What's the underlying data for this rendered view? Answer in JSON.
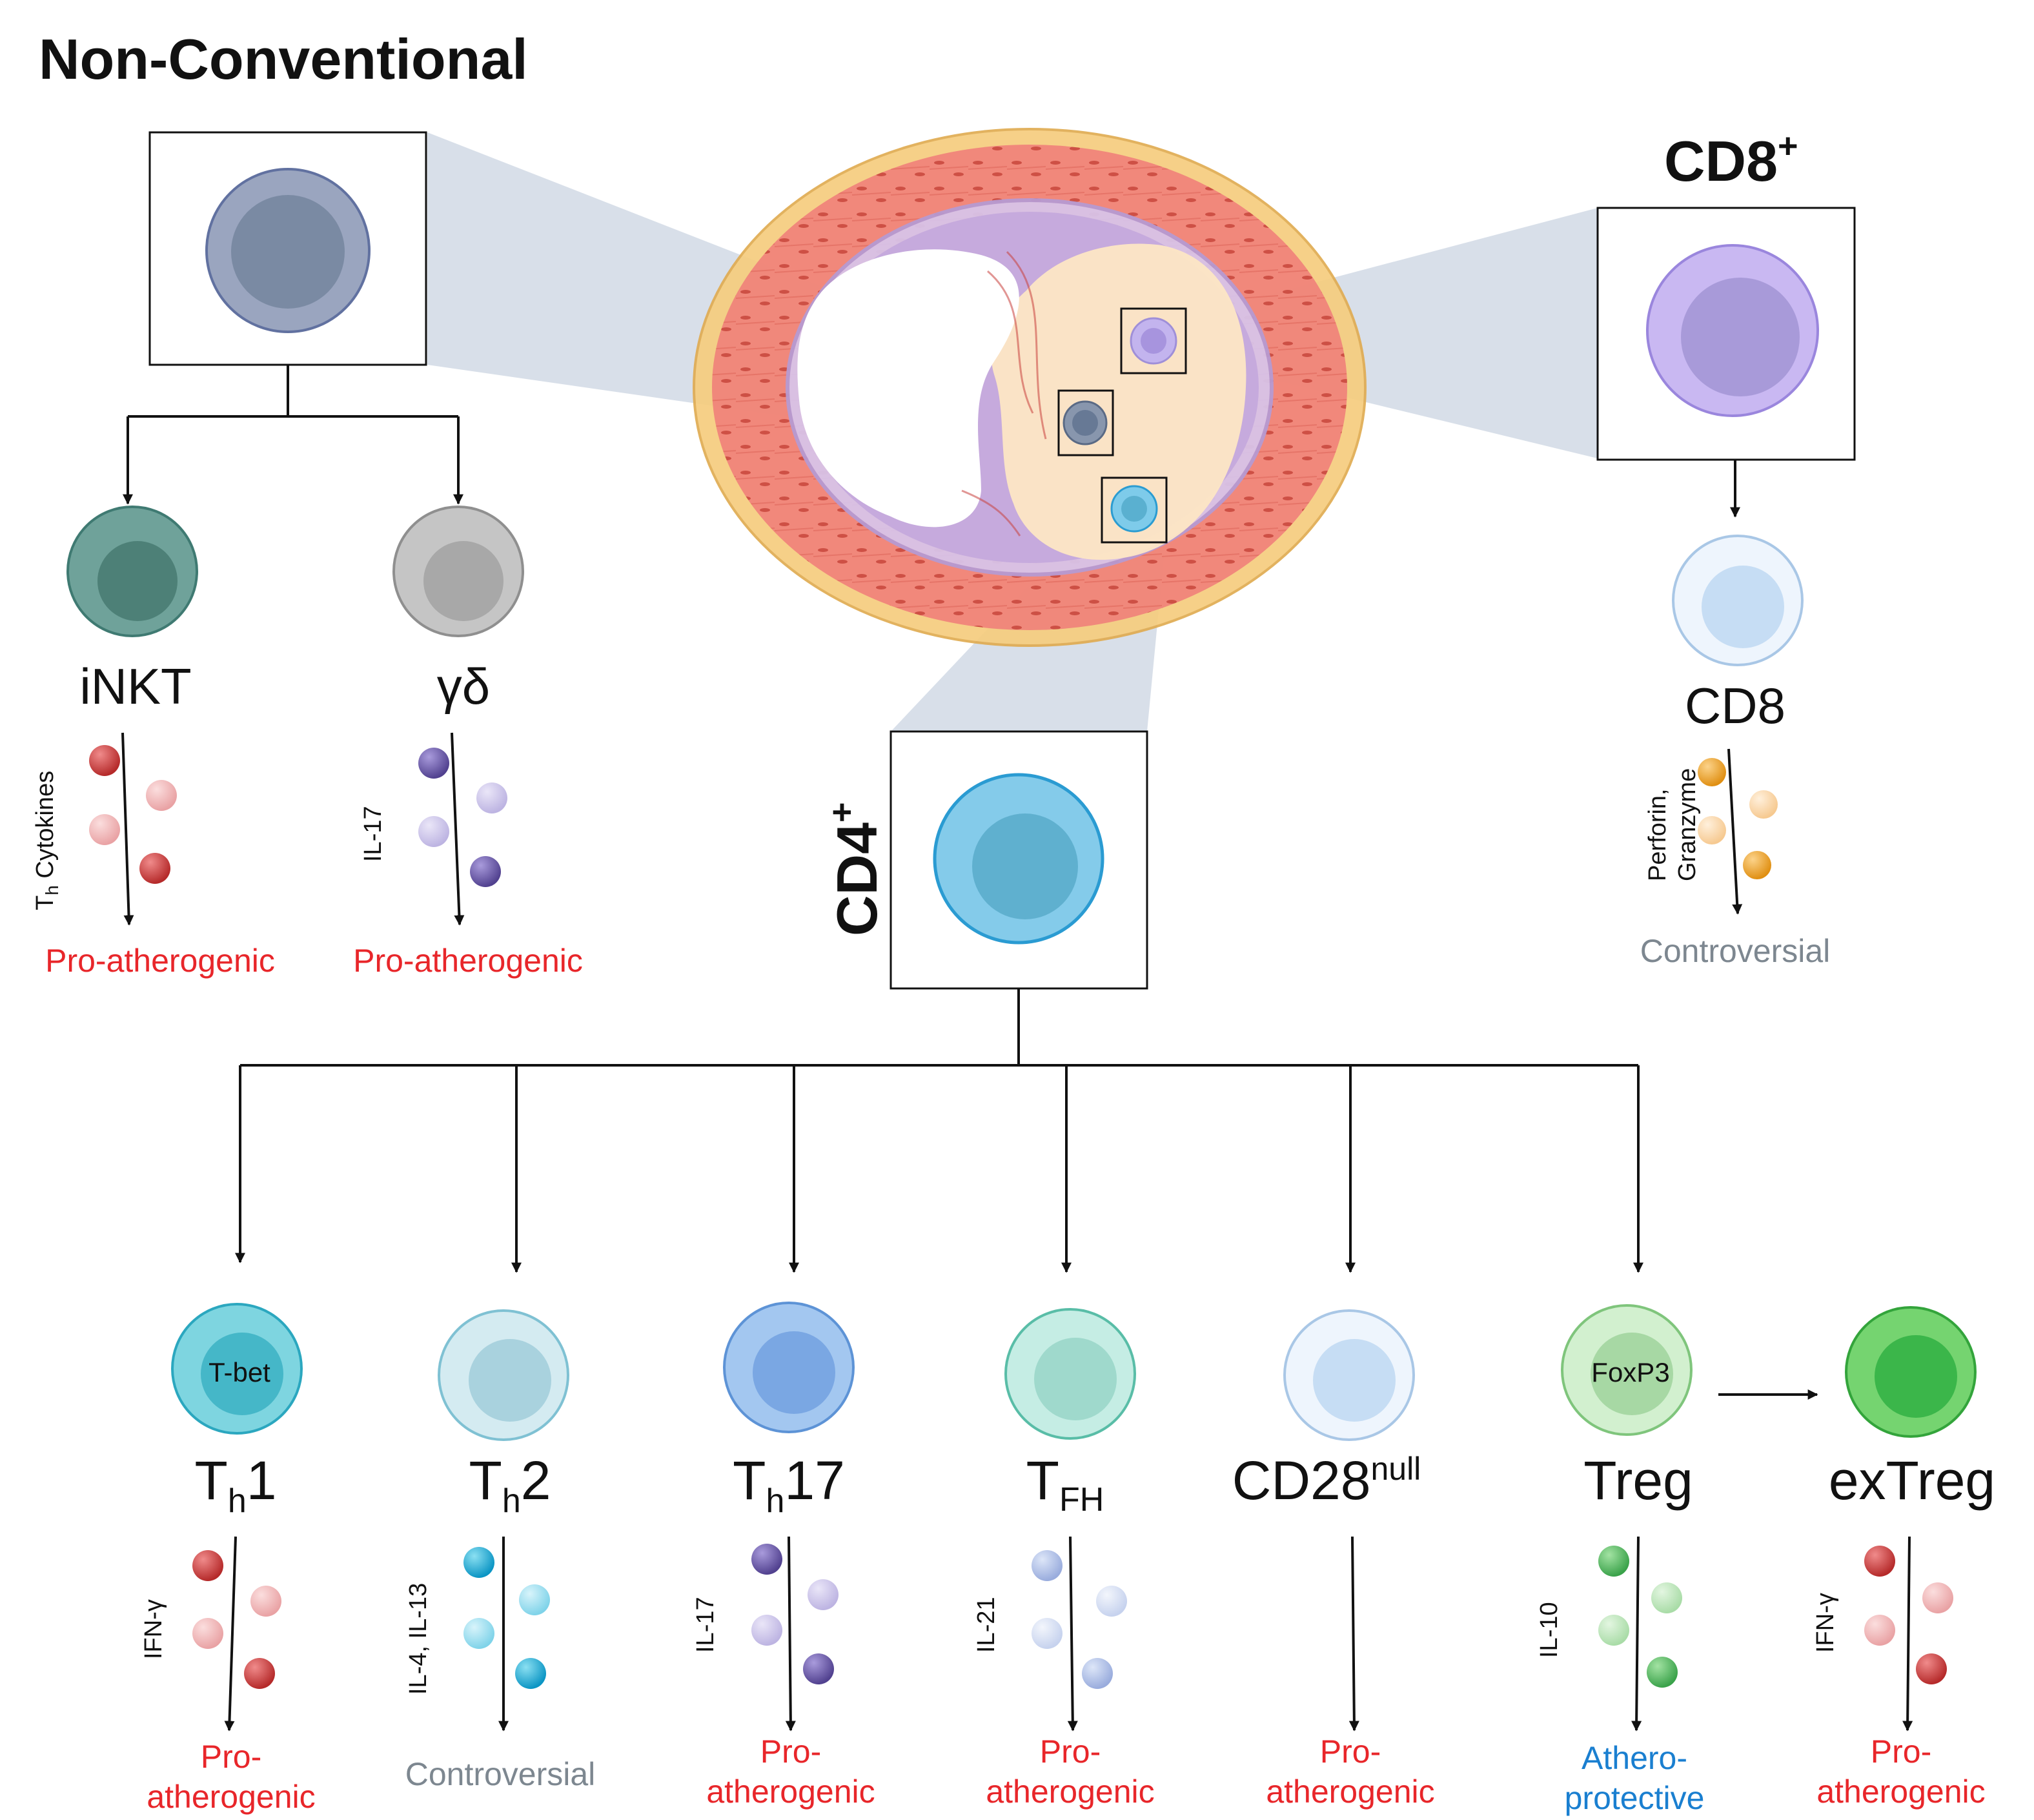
{
  "headings": {
    "non_conventional": "Non-Conventional",
    "cd8_plus_base": "CD8",
    "cd8_plus_sup": "+",
    "cd4_plus_base": "CD4",
    "cd4_plus_sup": "+"
  },
  "non_conventional_cells": [
    {
      "name": "iNKT",
      "cytokine_main": "T",
      "cytokine_sub": "h",
      "cytokine_rest": " Cytokines",
      "outcome": "Pro-atherogenic"
    },
    {
      "name": "γδ",
      "cytokine": "IL-17",
      "outcome": "Pro-atherogenic"
    }
  ],
  "cd8_branch": {
    "name": "CD8",
    "cytokine_line1": "Perforin,",
    "cytokine_line2": "Granzyme",
    "outcome": "Controversial"
  },
  "cd4_subsets": [
    {
      "name_main": "T",
      "name_sub": "h",
      "name_rest": "1",
      "marker": "T-bet",
      "cytokine": "IFN-γ",
      "outcome_line1": "Pro-",
      "outcome_line2": "atherogenic"
    },
    {
      "name_main": "T",
      "name_sub": "h",
      "name_rest": "2",
      "cytokine": "IL-4, IL-13",
      "outcome_line1": "Controversial"
    },
    {
      "name_main": "T",
      "name_sub": "h",
      "name_rest": "17",
      "cytokine": "IL-17",
      "outcome_line1": "Pro-",
      "outcome_line2": "atherogenic"
    },
    {
      "name_main": "T",
      "name_sub": "FH",
      "cytokine": "IL-21",
      "outcome_line1": "Pro-",
      "outcome_line2": "atherogenic"
    },
    {
      "name_main": "CD28",
      "name_sup": "null",
      "outcome_line1": "Pro-",
      "outcome_line2": "atherogenic"
    },
    {
      "name_main": "Treg",
      "marker": "FoxP3",
      "cytokine": "IL-10",
      "outcome_line1": "Athero-",
      "outcome_line2": "protective"
    },
    {
      "name_main": "exTreg",
      "cytokine": "IFN-γ",
      "outcome_line1": "Pro-",
      "outcome_line2": "atherogenic"
    }
  ],
  "colors": {
    "pro_atherogenic": "#e8262a",
    "controversial": "#7d8790",
    "athero_protective": "#1a7fd0"
  }
}
